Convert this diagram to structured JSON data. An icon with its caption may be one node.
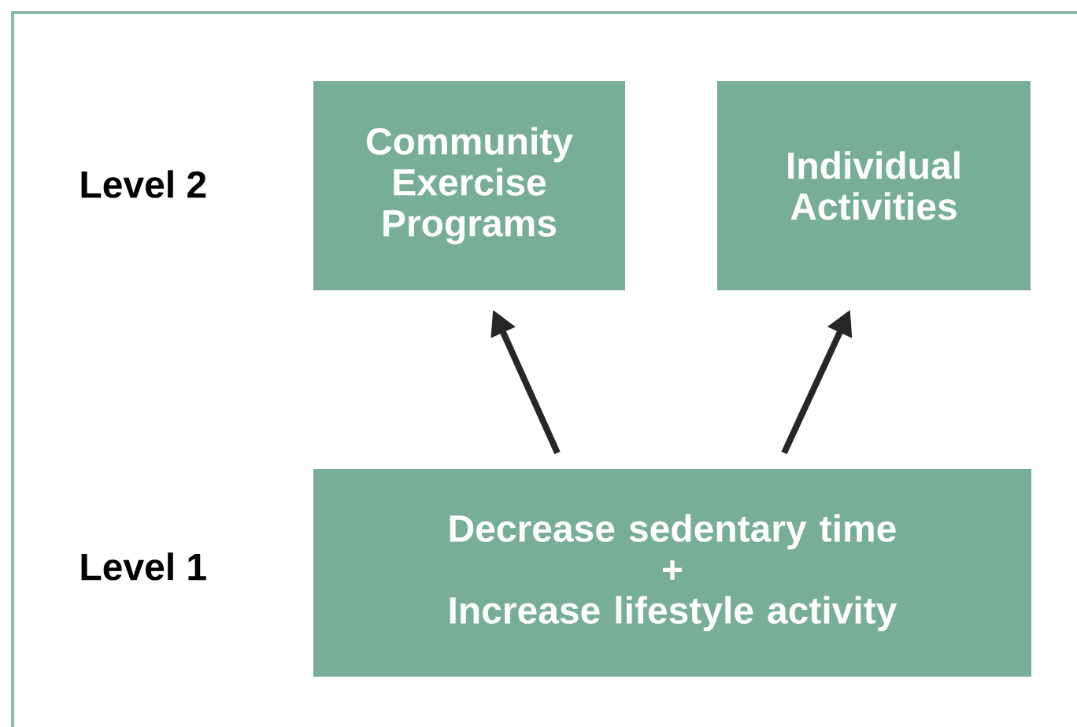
{
  "diagram": {
    "nodes": [
      {
        "text": [
          "Community Exercise Programs"
        ]
      },
      {
        "text": [
          "Individual Activities"
        ]
      },
      {
        "text": [
          "Decrease sedentary time",
          "+",
          "Increase lifestyle activity"
        ]
      }
    ],
    "edges": [
      {
        "from": 2,
        "to": 0,
        "arrow": "to"
      },
      {
        "from": 2,
        "to": 1,
        "arrow": "to"
      }
    ],
    "labels": [
      "Level 2",
      "Level 1"
    ]
  }
}
